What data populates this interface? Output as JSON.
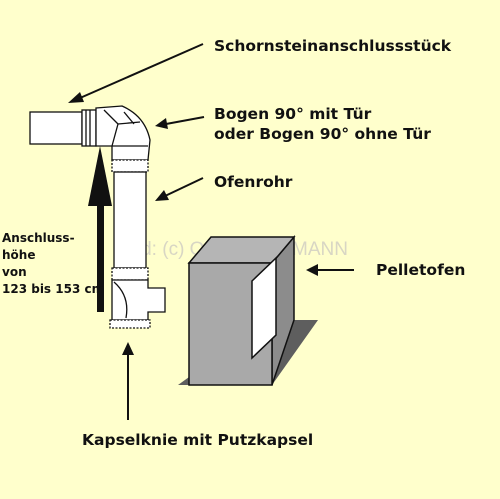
{
  "colors": {
    "background": "#ffffcc",
    "pipe_fill": "#ffffff",
    "stove_front": "#a9a9a9",
    "stove_side": "#8c8c8c",
    "stove_shadow": "#5e5e5e",
    "line": "#111111",
    "watermark": "#d8d6c4"
  },
  "labels": {
    "chimney_connector": "Schornsteinanschlussstück",
    "bend_line1": "Bogen 90° mit Tür",
    "bend_line2": "oder Bogen 90° ohne Tür",
    "stove_pipe": "Ofenrohr",
    "pellet_stove": "Pelletofen",
    "capsule_knee": "Kapselknie mit Putzkapsel",
    "height_line1": "Anschluss-",
    "height_line2": "höhe",
    "height_line3": "von",
    "height_line4": "123 bis 153 cm"
  },
  "watermark": "Bild: (c) OFEN-MOSMANN"
}
